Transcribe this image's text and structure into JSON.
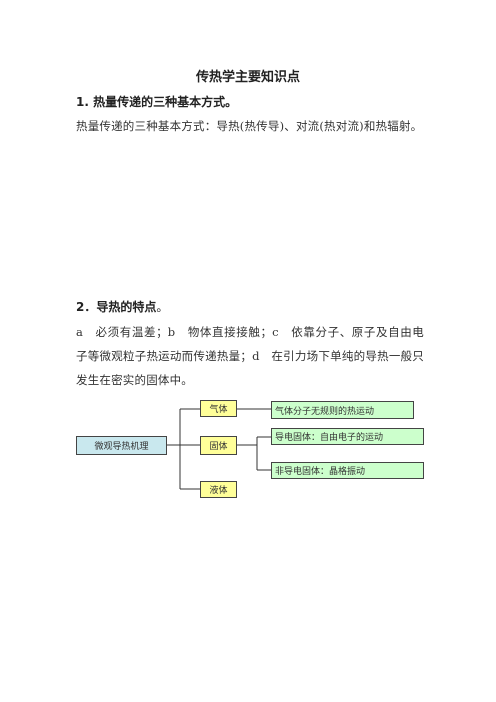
{
  "title": "传热学主要知识点",
  "section1": {
    "heading": "1. 热量传递的三种基本方式。",
    "text": "热量传递的三种基本方式：导热(热传导)、对流(热对流)和热辐射。"
  },
  "section2": {
    "heading_main": "2．导热的特点",
    "heading_tail": "。",
    "text": "a　必须有温差；b　物体直接接触；c　依靠分子、原子及自由电子等微观粒子热运动而传递热量；d　在引力场下单纯的导热一般只发生在密实的固体中。"
  },
  "diagram": {
    "root": "微观导热机理",
    "gas": "气体",
    "solid": "固体",
    "liquid": "液体",
    "gas_desc": "气体分子无规则的热运动",
    "conductor_desc": "导电固体：自由电子的运动",
    "nonconductor_desc": "非导电固体：晶格振动",
    "colors": {
      "yellow": "#ffff99",
      "green": "#ccffcc",
      "blue": "#c9e8ee"
    }
  }
}
